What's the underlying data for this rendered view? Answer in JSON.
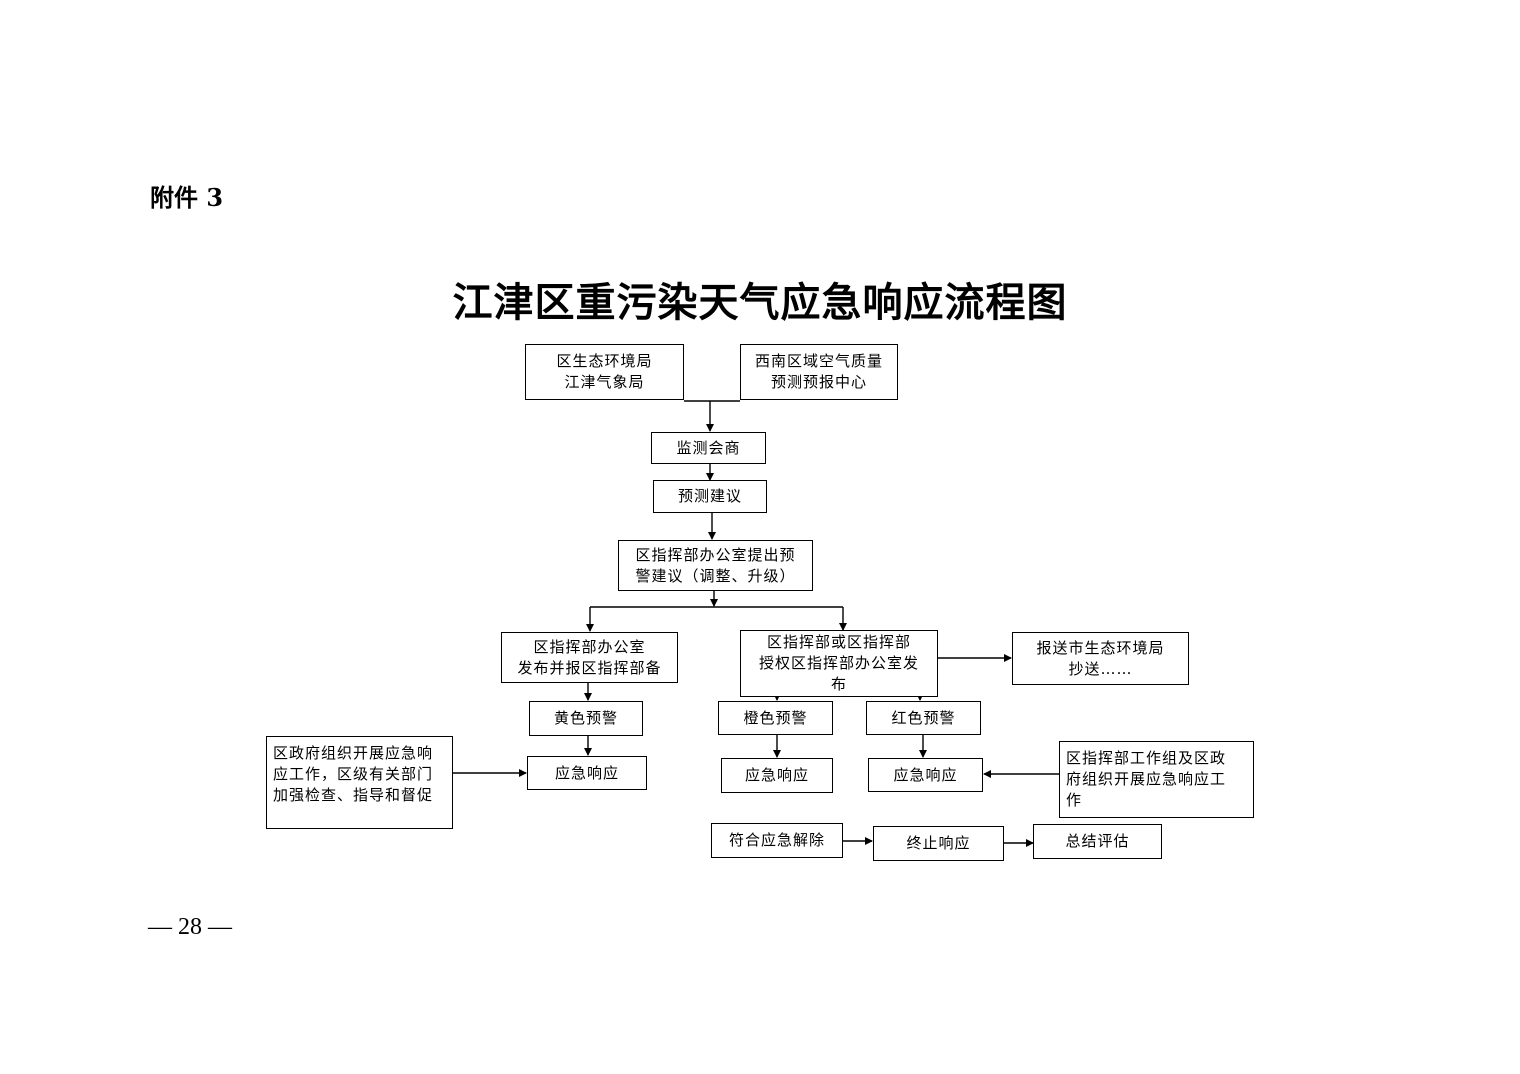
{
  "header": {
    "attachment_label": "附件 3",
    "title": "江津区重污染天气应急响应流程图",
    "page_number": "— 28 —"
  },
  "flowchart": {
    "source_ecology": "区生态环境局\n江津气象局",
    "source_center": "西南区域空气质量\n预测预报中心",
    "monitor": "监测会商",
    "forecast": "预测建议",
    "proposal": "区指挥部办公室提出预\n警建议（调整、升级）",
    "publish_yellow": "区指挥部办公室\n发布并报区指挥部备",
    "publish_orange_red": "区指挥部或区指挥部\n授权区指挥部办公室发\n布",
    "report": "报送市生态环境局\n抄送……",
    "yellow_alert": "黄色预警",
    "orange_alert": "橙色预警",
    "red_alert": "红色预警",
    "response_yellow": "应急响应",
    "response_orange": "应急响应",
    "response_red": "应急响应",
    "gov_left": "区政府组织开展应急响\n应工作，区级有关部门\n加强检查、指导和督促",
    "gov_right": "区指挥部工作组及区政\n府组织开展应急响应工\n作",
    "lift": "符合应急解除",
    "terminate": "终止响应",
    "evaluate": "总结评估"
  }
}
